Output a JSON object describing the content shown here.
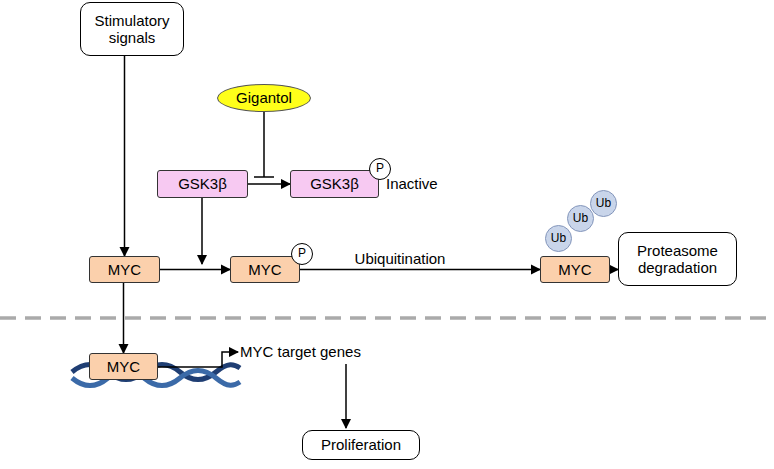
{
  "diagram": {
    "nodes": [
      {
        "text": [
          "Stimulatory signals"
        ]
      },
      {
        "text": [
          "Gigantol"
        ]
      },
      {
        "text": [
          "GSK3β"
        ]
      },
      {
        "text": [
          "GSK3β"
        ]
      },
      {
        "text": [
          "P"
        ],
        "in": 3
      },
      {
        "text": [
          "MYC"
        ]
      },
      {
        "text": [
          "MYC"
        ]
      },
      {
        "text": [
          "P"
        ],
        "in": 6
      },
      {
        "text": [
          "MYC"
        ]
      },
      {
        "text": [
          "Ub"
        ],
        "in": 8
      },
      {
        "text": [
          "Ub"
        ],
        "in": 8
      },
      {
        "text": [
          "Ub"
        ],
        "in": 8
      },
      {
        "text": [
          "Proteasome degradation"
        ]
      },
      {
        "text": [
          "MYC"
        ]
      },
      {
        "text": [
          "Proliferation"
        ]
      }
    ],
    "edges": [
      {
        "from": 0,
        "to": 5,
        "arrow": "to"
      },
      {
        "from": 2,
        "to": 3,
        "arrow": "to"
      },
      {
        "from": 5,
        "to": 6,
        "arrow": "to"
      },
      {
        "from": 6,
        "to": 8,
        "arrow": "to",
        "label": "Ubiquitination"
      },
      {
        "from": 8,
        "to": 12,
        "arrow": "to"
      },
      {
        "from": 5,
        "to": 13,
        "arrow": "to"
      }
    ],
    "labels": [
      "Inactive",
      "MYC target genes"
    ]
  }
}
